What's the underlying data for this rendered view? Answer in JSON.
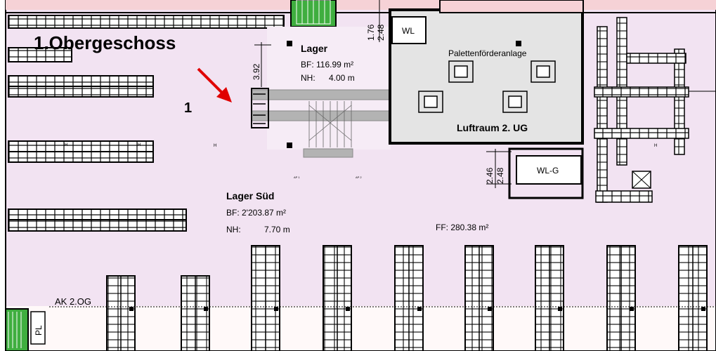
{
  "floor_title": "1.Obergeschoss",
  "marker": {
    "number": "1",
    "color": "#e00000"
  },
  "lager": {
    "name": "Lager",
    "bf": "BF: 116.99 m²",
    "nh_label": "NH:",
    "nh_value": "4.00 m"
  },
  "lager_sued": {
    "name": "Lager Süd",
    "bf": "BF: 2'203.87 m²",
    "nh_label": "NH:",
    "nh_value": "7.70 m"
  },
  "palette": {
    "label": "Palettenförderanlage",
    "void_label": "Luftraum 2. UG"
  },
  "rooms": {
    "wl": "WL",
    "wl_g": "WL-G",
    "pl": "PL"
  },
  "ff": "FF: 280.38 m²",
  "ak": "AK 2.OG",
  "dims": {
    "d176": "1.76",
    "d248a": "2.48",
    "d392": "3.92",
    "d246": "2.46",
    "d248b": "2.48"
  },
  "small_labels": {
    "h": "H",
    "ap1": "AP 1",
    "ap2": "AP 2"
  },
  "colors": {
    "floor": "#f2e3f2",
    "stair": "#3fae3f",
    "corridor": "#fff9f9",
    "void": "#e4e4e4",
    "conveyor": "#b3b3b3",
    "marker": "#e00000"
  }
}
